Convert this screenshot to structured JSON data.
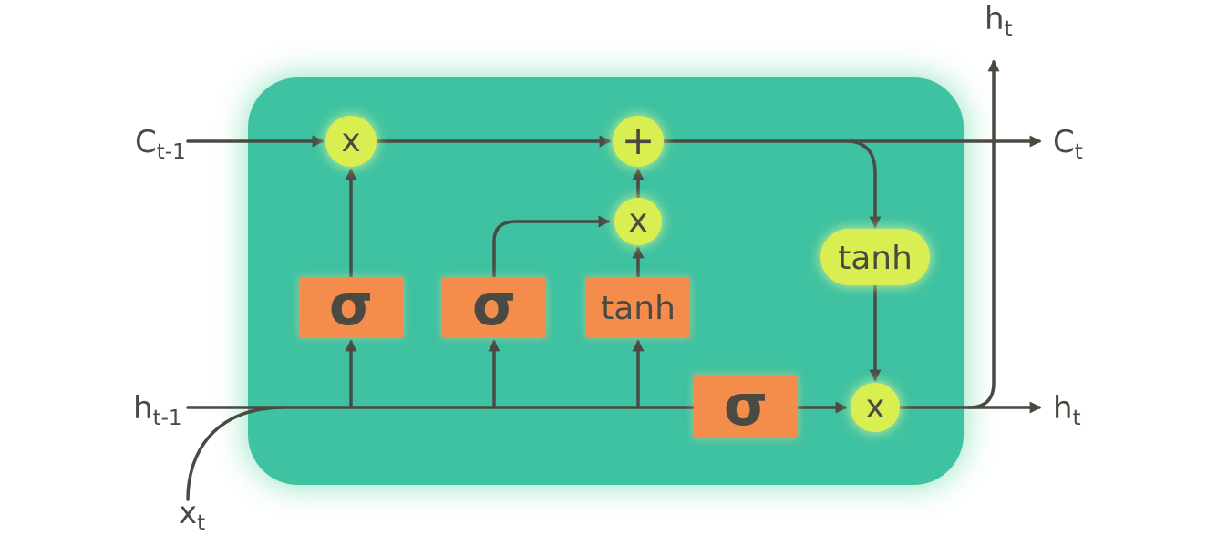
{
  "diagram": {
    "colors": {
      "background": "#ffffff",
      "cell_fill": "#3ec2a1",
      "op_fill": "#d9ee50",
      "gate_fill": "#f48c4b",
      "wire": "#4a4a43",
      "text": "#4a4a43"
    },
    "io": {
      "c_prev": {
        "main": "C",
        "sub": "t-1"
      },
      "h_prev": {
        "main": "h",
        "sub": "t-1"
      },
      "x_in": {
        "main": "x",
        "sub": "t"
      },
      "c_out": {
        "main": "C",
        "sub": "t"
      },
      "h_out": {
        "main": "h",
        "sub": "t"
      },
      "h_top": {
        "main": "h",
        "sub": "t"
      }
    },
    "gates": {
      "forget": "σ",
      "input": "σ",
      "candidate": "tanh",
      "output": "σ"
    },
    "ops": {
      "forget_mul": "x",
      "cell_add": "+",
      "input_mul": "x",
      "cell_tanh": "tanh",
      "output_mul": "x"
    }
  }
}
